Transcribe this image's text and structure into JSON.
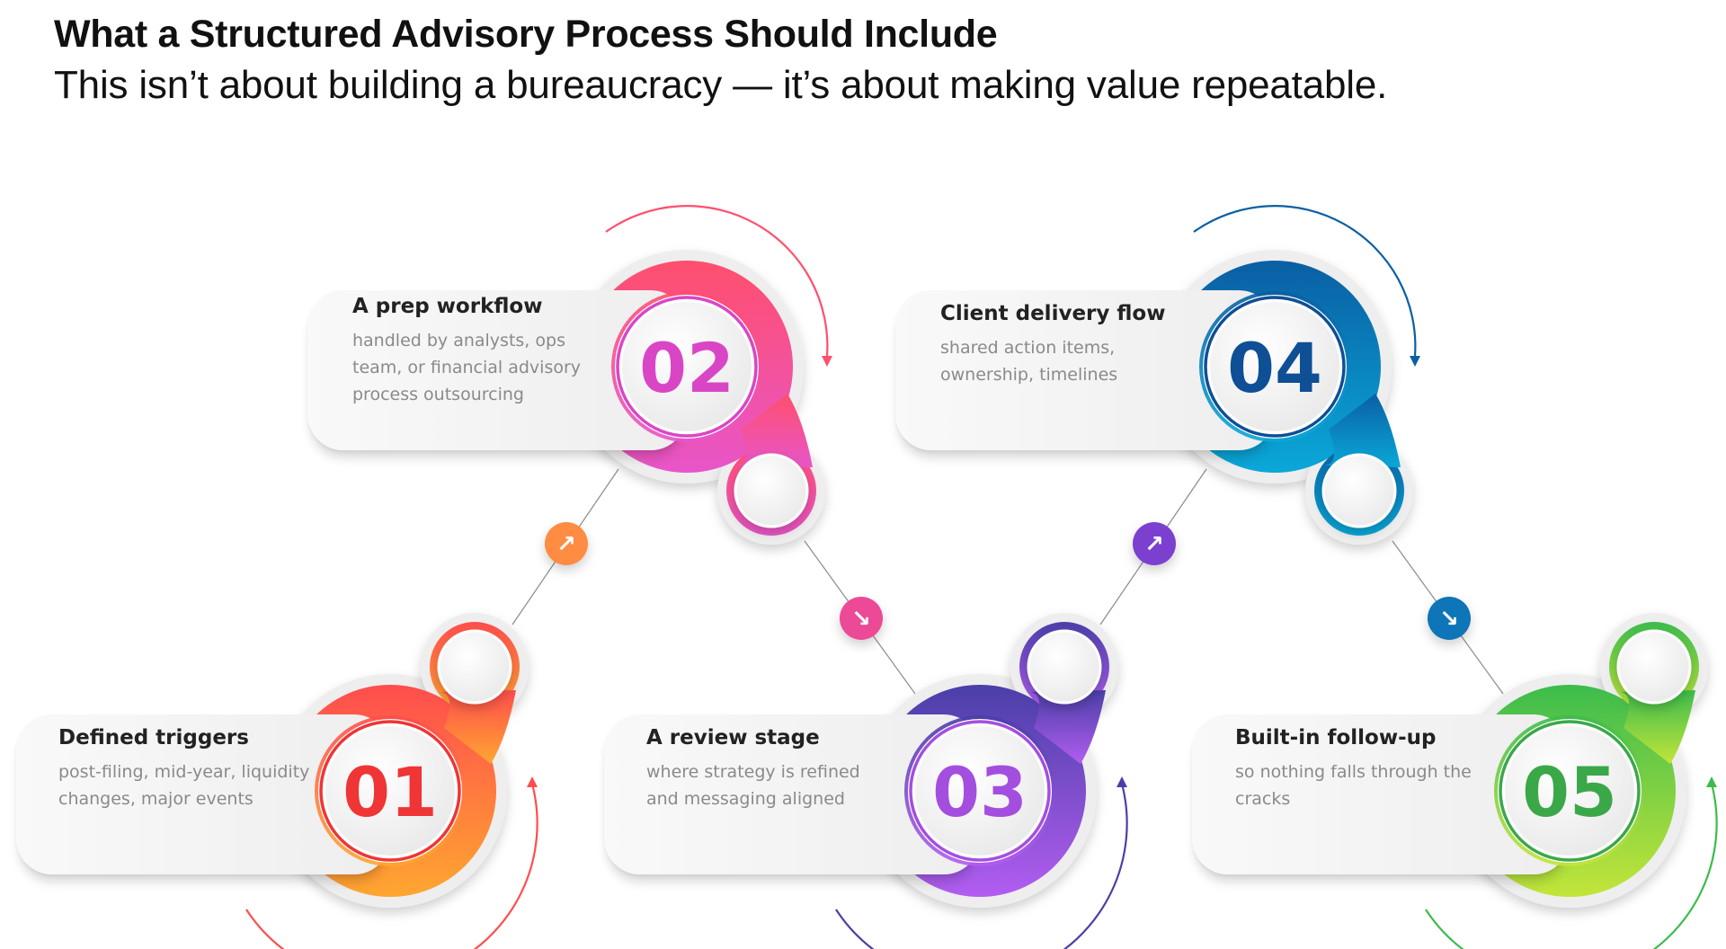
{
  "header": {
    "title": "What a Structured Advisory Process Should Include",
    "subtitle": "This isn’t about building a bureaucracy — it’s about making value repeatable."
  },
  "steps": [
    {
      "number": "01",
      "title": "Defined triggers",
      "description": "post-filing, mid-year, liquidity changes, major events",
      "color_start": "#ff4d4d",
      "color_end": "#ffa630",
      "number_color": "#ef3535"
    },
    {
      "number": "02",
      "title": "A prep workflow",
      "description": "handled by analysts, ops team, or financial advisory process outsourcing",
      "color_start": "#e855c8",
      "color_end": "#ff4f6e",
      "number_color": "#d946c5"
    },
    {
      "number": "03",
      "title": "A review stage",
      "description": "where strategy is refined and messaging aligned",
      "color_start": "#4a3fa8",
      "color_end": "#b25df0",
      "number_color": "#a44ee0"
    },
    {
      "number": "04",
      "title": "Client delivery flow",
      "description": "shared action items, ownership, timelines",
      "color_start": "#0aa8d8",
      "color_end": "#0a5fa3",
      "number_color": "#0e4f95"
    },
    {
      "number": "05",
      "title": "Built-in follow-up",
      "description": "so nothing falls through the cracks",
      "color_start": "#3cbc4c",
      "color_end": "#c3e53a",
      "number_color": "#3aa848"
    }
  ],
  "connectors": [
    {
      "icon": "arrow-up-right-icon",
      "glyph": "↗",
      "color": "#ff8c42"
    },
    {
      "icon": "arrow-down-right-icon",
      "glyph": "↘",
      "color": "#ec4a97"
    },
    {
      "icon": "arrow-up-right-icon",
      "glyph": "↗",
      "color": "#7b3fd0"
    },
    {
      "icon": "arrow-down-right-icon",
      "glyph": "↘",
      "color": "#0a74b8"
    }
  ]
}
